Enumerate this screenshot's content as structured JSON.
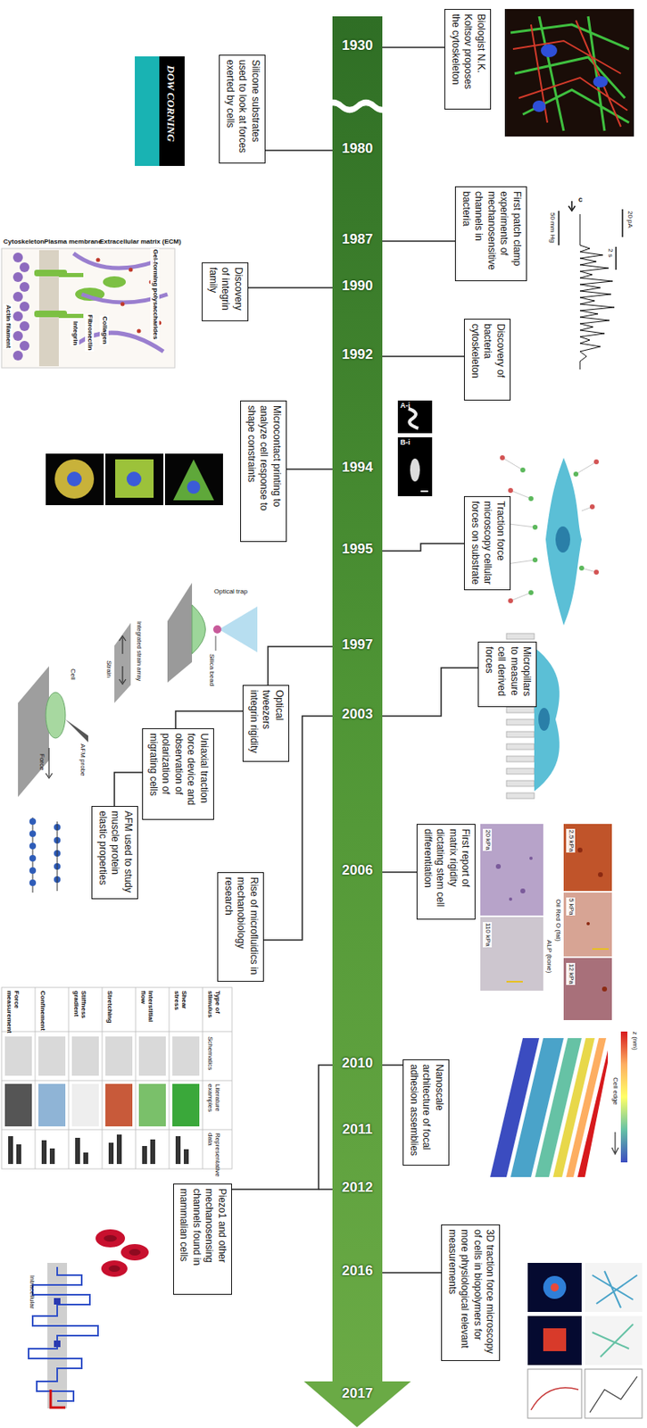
{
  "diagram": {
    "nodes": [
      {
        "text": [
          "Biologist N.K. Koltsov proposes the cytoskeleton"
        ]
      },
      {
        "text": [
          "Silicone substrates used to look at forces exerted by cells"
        ]
      },
      {
        "text": [
          "First patch clamp experiments of mechanosensitive channels in bacteria"
        ]
      },
      {
        "text": [
          "Discovery of integrin family"
        ]
      },
      {
        "text": [
          "Discovery of bacteria cytoskeleton"
        ]
      },
      {
        "text": [
          "Microcontact printing to analyze cell response to shape constraints"
        ]
      },
      {
        "text": [
          "Traction force microscopy cellular forces on substrate"
        ]
      },
      {
        "text": [
          "Optical tweezers integrin rigidity"
        ]
      },
      {
        "text": [
          "Micropillars to measure cell derived forces"
        ]
      },
      {
        "text": [
          "Uniaxial traction force device and observation of polarization of migrating cells"
        ]
      },
      {
        "text": [
          "AFM used to study muscle protein elastic properties"
        ]
      },
      {
        "text": [
          "Rise of microfluidics in mechanobiology research"
        ]
      },
      {
        "text": [
          "First report of matrix rigidity dictating stem cell differentiation"
        ]
      },
      {
        "text": [
          "Nanoscale architecture of focal adhesion assemblies"
        ]
      },
      {
        "text": [
          "Piezo1 and other mechanosensing channels found in mammalian cells"
        ]
      },
      {
        "text": [
          "3D traction force microscopy of cells in biopolymers for more physiological relevant measurements"
        ]
      }
    ],
    "labels": [
      "1930",
      "1980",
      "1987",
      "1990",
      "1992",
      "1994",
      "1995",
      "1997",
      "2003",
      "2006",
      "2010",
      "2011",
      "2012",
      "2016",
      "2017",
      "DOW CORNING",
      "Cytoskeleton",
      "Plasma membrane",
      "Extracellular matrix (ECM)",
      "Actin filament",
      "Integrin",
      "Fibronectin",
      "Collagen",
      "Gel-forming polysaccharides",
      "20 pA",
      "50 mm Hg",
      "2 s",
      "c",
      "A-i",
      "B-i",
      "Silica bead",
      "Optical trap",
      "Strain",
      "Integrated strain array",
      "Cell",
      "Force",
      "AFM probe",
      "20 kPa",
      "110 kPa",
      "2.5 kPa",
      "5 kPa",
      "12 kPa",
      "ALP (bone)",
      "Oil Red O (fat)",
      "Type of stimulus",
      "Schematics",
      "Literature examples",
      "Representative data",
      "Shear stress",
      "Interstitial flow",
      "Stretching",
      "Stiffness gradient",
      "Confinement",
      "Force measurement",
      "z (nm)",
      "Cell edge",
      "Intracellular"
    ]
  }
}
